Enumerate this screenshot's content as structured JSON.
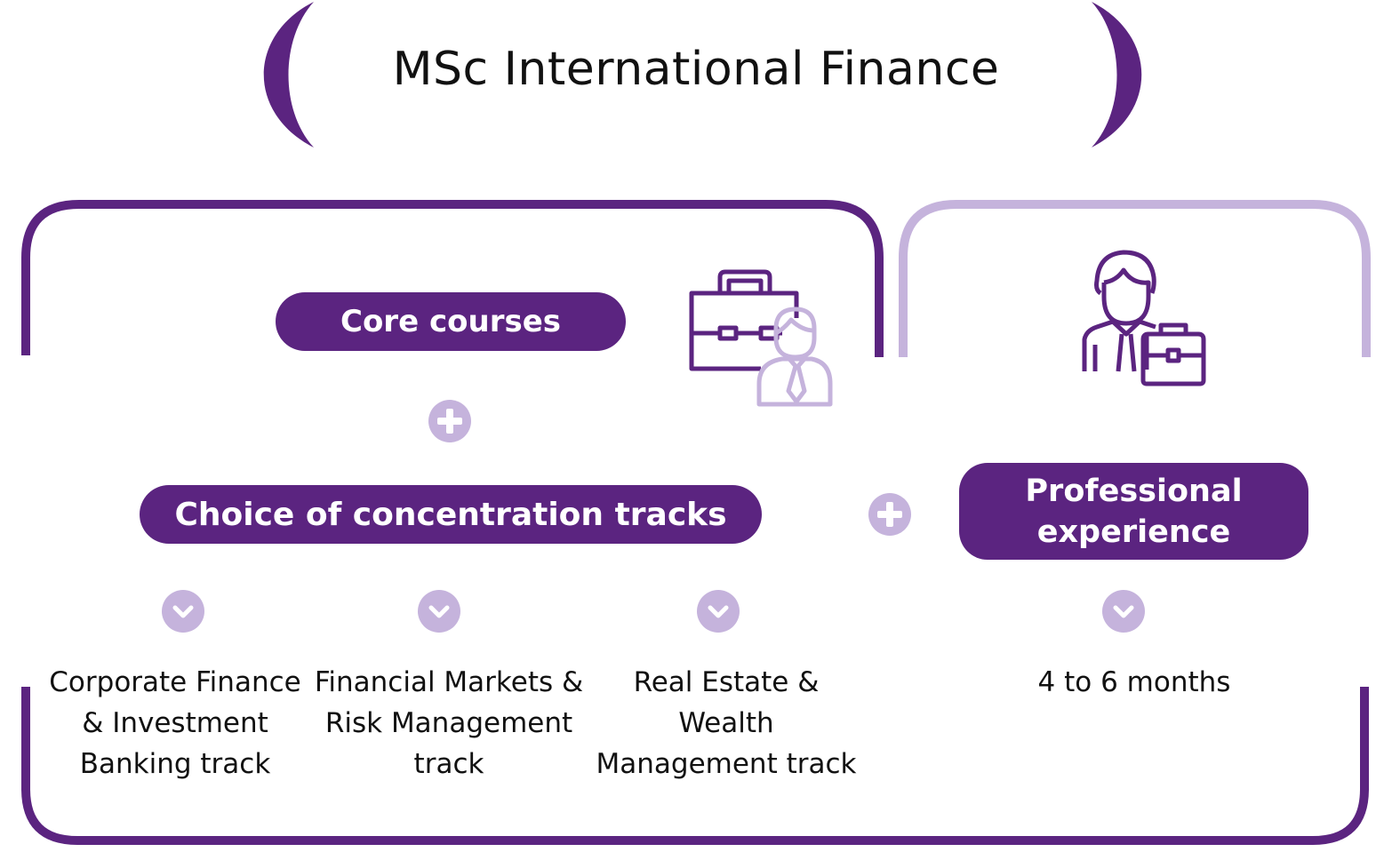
{
  "title": "MSc International Finance",
  "colors": {
    "primary": "#5b2480",
    "light": "#c5b3dc",
    "text": "#111111"
  },
  "core_courses": "Core courses",
  "concentration": "Choice of concentration tracks",
  "professional": "Professional experience",
  "tracks": [
    {
      "label": "Corporate Finance & Investment Banking track"
    },
    {
      "label": "Financial Markets & Risk Management track"
    },
    {
      "label": "Real Estate & Wealth Management track"
    }
  ],
  "duration": "4 to 6 months",
  "icons": [
    "briefcase-person-icon",
    "businessman-icon",
    "plus-icon",
    "chevron-down-icon"
  ]
}
